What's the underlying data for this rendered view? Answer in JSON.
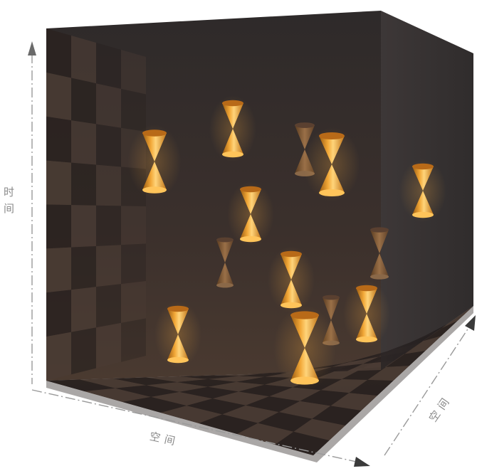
{
  "labels": {
    "time_axis": "时间",
    "space_axis_front": "空间",
    "space_axis_side": "空间"
  },
  "colors": {
    "cone_light": "#ffd070",
    "cone_mid": "#f0a030",
    "cone_dark": "#b86a10",
    "wall_back": "#3a3030",
    "checker_dark": "#2a2220",
    "checker_light": "#4a3c34",
    "axis": "#b0b0b0"
  },
  "icons": {
    "arrow": "arrowhead-icon",
    "cone": "light-cone-icon"
  }
}
